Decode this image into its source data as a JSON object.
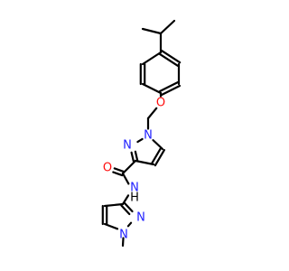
{
  "molecule": {
    "colors": {
      "N": "#2020ff",
      "O": "#ff0d0d",
      "C": "#000000",
      "background": "#ffffff"
    },
    "atoms": [
      {
        "id": "isopropyl-left-methyl",
        "element": "C",
        "label": ""
      },
      {
        "id": "isopropyl-ch",
        "element": "C",
        "label": ""
      },
      {
        "id": "isopropyl-right-methyl",
        "element": "C",
        "label": ""
      },
      {
        "id": "phenyl-c1",
        "element": "C",
        "label": ""
      },
      {
        "id": "phenyl-c2",
        "element": "C",
        "label": ""
      },
      {
        "id": "phenyl-c3",
        "element": "C",
        "label": ""
      },
      {
        "id": "phenyl-c4",
        "element": "C",
        "label": ""
      },
      {
        "id": "phenyl-c5",
        "element": "C",
        "label": ""
      },
      {
        "id": "phenyl-c6",
        "element": "C",
        "label": ""
      },
      {
        "id": "ether-oxygen",
        "element": "O",
        "label": "O"
      },
      {
        "id": "methylene-carbon",
        "element": "C",
        "label": ""
      },
      {
        "id": "pyrazole-a-n1",
        "element": "N",
        "label": "N"
      },
      {
        "id": "pyrazole-a-n2",
        "element": "N",
        "label": "N"
      },
      {
        "id": "pyrazole-a-c3",
        "element": "C",
        "label": ""
      },
      {
        "id": "pyrazole-a-c4",
        "element": "C",
        "label": ""
      },
      {
        "id": "pyrazole-a-c5",
        "element": "C",
        "label": ""
      },
      {
        "id": "carbonyl-carbon",
        "element": "C",
        "label": ""
      },
      {
        "id": "carbonyl-oxygen",
        "element": "O",
        "label": "O"
      },
      {
        "id": "amide-nitrogen",
        "element": "N",
        "label": "N"
      },
      {
        "id": "amide-hydrogen",
        "element": "H",
        "label": "H"
      },
      {
        "id": "pyrazole-b-c3",
        "element": "C",
        "label": ""
      },
      {
        "id": "pyrazole-b-n2",
        "element": "N",
        "label": "N"
      },
      {
        "id": "pyrazole-b-n1",
        "element": "N",
        "label": "N"
      },
      {
        "id": "pyrazole-b-c5",
        "element": "C",
        "label": ""
      },
      {
        "id": "pyrazole-b-c4",
        "element": "C",
        "label": ""
      },
      {
        "id": "n-methyl-carbon",
        "element": "C",
        "label": ""
      }
    ],
    "bonds": [
      {
        "from": "isopropyl-left-methyl",
        "to": "isopropyl-ch",
        "order": 1
      },
      {
        "from": "isopropyl-ch",
        "to": "isopropyl-right-methyl",
        "order": 1
      },
      {
        "from": "isopropyl-ch",
        "to": "phenyl-c1",
        "order": 1
      },
      {
        "from": "phenyl-c1",
        "to": "phenyl-c2",
        "order": 2
      },
      {
        "from": "phenyl-c2",
        "to": "phenyl-c3",
        "order": 1
      },
      {
        "from": "phenyl-c3",
        "to": "phenyl-c4",
        "order": 2
      },
      {
        "from": "phenyl-c4",
        "to": "phenyl-c5",
        "order": 1
      },
      {
        "from": "phenyl-c5",
        "to": "phenyl-c6",
        "order": 2
      },
      {
        "from": "phenyl-c6",
        "to": "phenyl-c1",
        "order": 1
      },
      {
        "from": "phenyl-c4",
        "to": "ether-oxygen",
        "order": 1
      },
      {
        "from": "ether-oxygen",
        "to": "methylene-carbon",
        "order": 1
      },
      {
        "from": "methylene-carbon",
        "to": "pyrazole-a-n1",
        "order": 1
      },
      {
        "from": "pyrazole-a-n1",
        "to": "pyrazole-a-n2",
        "order": 1
      },
      {
        "from": "pyrazole-a-n2",
        "to": "pyrazole-a-c3",
        "order": 2
      },
      {
        "from": "pyrazole-a-c3",
        "to": "pyrazole-a-c4",
        "order": 1
      },
      {
        "from": "pyrazole-a-c4",
        "to": "pyrazole-a-c5",
        "order": 2
      },
      {
        "from": "pyrazole-a-c5",
        "to": "pyrazole-a-n1",
        "order": 1
      },
      {
        "from": "pyrazole-a-c3",
        "to": "carbonyl-carbon",
        "order": 1
      },
      {
        "from": "carbonyl-carbon",
        "to": "carbonyl-oxygen",
        "order": 2
      },
      {
        "from": "carbonyl-carbon",
        "to": "amide-nitrogen",
        "order": 1
      },
      {
        "from": "amide-nitrogen",
        "to": "pyrazole-b-c3",
        "order": 1
      },
      {
        "from": "pyrazole-b-c3",
        "to": "pyrazole-b-n2",
        "order": 2
      },
      {
        "from": "pyrazole-b-n2",
        "to": "pyrazole-b-n1",
        "order": 1
      },
      {
        "from": "pyrazole-b-n1",
        "to": "pyrazole-b-c5",
        "order": 1
      },
      {
        "from": "pyrazole-b-c5",
        "to": "pyrazole-b-c4",
        "order": 2
      },
      {
        "from": "pyrazole-b-c4",
        "to": "pyrazole-b-c3",
        "order": 1
      },
      {
        "from": "pyrazole-b-n1",
        "to": "n-methyl-carbon",
        "order": 1
      }
    ]
  }
}
